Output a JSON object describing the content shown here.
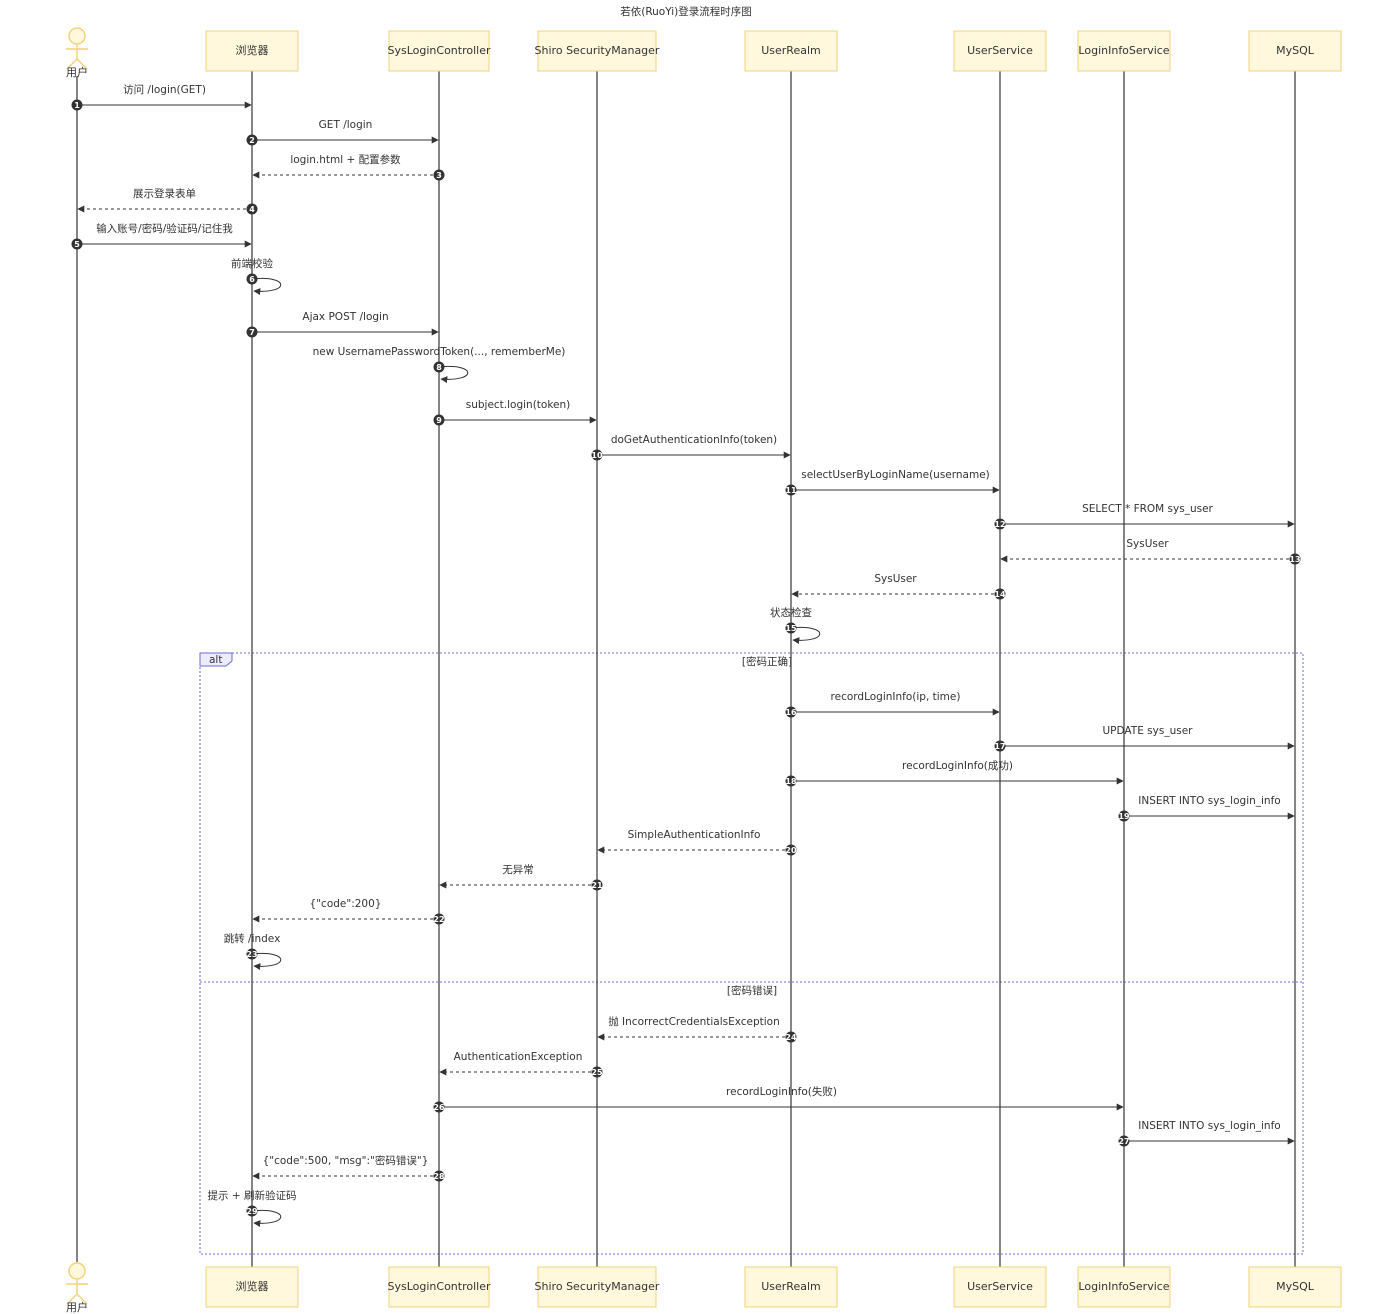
{
  "title": "若依(RuoYi)登录流程时序图",
  "participants": [
    {
      "id": "user",
      "label": "用户",
      "kind": "actor"
    },
    {
      "id": "browser",
      "label": "浏览器",
      "kind": "box"
    },
    {
      "id": "ctrl",
      "label": "SysLoginController",
      "kind": "box"
    },
    {
      "id": "shiro",
      "label": "Shiro SecurityManager",
      "kind": "box"
    },
    {
      "id": "realm",
      "label": "UserRealm",
      "kind": "box"
    },
    {
      "id": "usvc",
      "label": "UserService",
      "kind": "box"
    },
    {
      "id": "lsvc",
      "label": "LoginInfoService",
      "kind": "box"
    },
    {
      "id": "db",
      "label": "MySQL",
      "kind": "box"
    }
  ],
  "messages": [
    {
      "num": "1",
      "from": "user",
      "to": "browser",
      "label": "访问 /login(GET)",
      "reply": false
    },
    {
      "num": "2",
      "from": "browser",
      "to": "ctrl",
      "label": "GET /login",
      "reply": false
    },
    {
      "num": "3",
      "from": "ctrl",
      "to": "browser",
      "label": "login.html + 配置参数",
      "reply": true
    },
    {
      "num": "4",
      "from": "browser",
      "to": "user",
      "label": "展示登录表单",
      "reply": true
    },
    {
      "num": "5",
      "from": "user",
      "to": "browser",
      "label": "输入账号/密码/验证码/记住我",
      "reply": false
    },
    {
      "num": "6",
      "from": "browser",
      "to": "browser",
      "label": "前端校验",
      "reply": false
    },
    {
      "num": "7",
      "from": "browser",
      "to": "ctrl",
      "label": "Ajax POST /login",
      "reply": false
    },
    {
      "num": "8",
      "from": "ctrl",
      "to": "ctrl",
      "label": "new UsernamePasswordToken(..., rememberMe)",
      "reply": false
    },
    {
      "num": "9",
      "from": "ctrl",
      "to": "shiro",
      "label": "subject.login(token)",
      "reply": false
    },
    {
      "num": "10",
      "from": "shiro",
      "to": "realm",
      "label": "doGetAuthenticationInfo(token)",
      "reply": false
    },
    {
      "num": "11",
      "from": "realm",
      "to": "usvc",
      "label": "selectUserByLoginName(username)",
      "reply": false
    },
    {
      "num": "12",
      "from": "usvc",
      "to": "db",
      "label": "SELECT * FROM sys_user",
      "reply": false
    },
    {
      "num": "13",
      "from": "db",
      "to": "usvc",
      "label": "SysUser",
      "reply": true
    },
    {
      "num": "14",
      "from": "usvc",
      "to": "realm",
      "label": "SysUser",
      "reply": true
    },
    {
      "num": "15",
      "from": "realm",
      "to": "realm",
      "label": "状态检查",
      "reply": false
    },
    {
      "num": "16",
      "from": "realm",
      "to": "usvc",
      "label": "recordLoginInfo(ip, time)",
      "reply": false
    },
    {
      "num": "17",
      "from": "usvc",
      "to": "db",
      "label": "UPDATE sys_user",
      "reply": false
    },
    {
      "num": "18",
      "from": "realm",
      "to": "lsvc",
      "label": "recordLoginInfo(成功)",
      "reply": false
    },
    {
      "num": "19",
      "from": "lsvc",
      "to": "db",
      "label": "INSERT INTO sys_login_info",
      "reply": false
    },
    {
      "num": "20",
      "from": "realm",
      "to": "shiro",
      "label": "SimpleAuthenticationInfo",
      "reply": true
    },
    {
      "num": "21",
      "from": "shiro",
      "to": "ctrl",
      "label": "无异常",
      "reply": true
    },
    {
      "num": "22",
      "from": "ctrl",
      "to": "browser",
      "label": "{\"code\":200}",
      "reply": true
    },
    {
      "num": "23",
      "from": "browser",
      "to": "browser",
      "label": "跳转 /index",
      "reply": false
    },
    {
      "num": "24",
      "from": "realm",
      "to": "shiro",
      "label": "抛 IncorrectCredentialsException",
      "reply": true
    },
    {
      "num": "25",
      "from": "shiro",
      "to": "ctrl",
      "label": "AuthenticationException",
      "reply": true
    },
    {
      "num": "26",
      "from": "ctrl",
      "to": "lsvc",
      "label": "recordLoginInfo(失败)",
      "reply": false
    },
    {
      "num": "27",
      "from": "lsvc",
      "to": "db",
      "label": "INSERT INTO sys_login_info",
      "reply": false
    },
    {
      "num": "28",
      "from": "ctrl",
      "to": "browser",
      "label": "{\"code\":500, \"msg\":\"密码错误\"}",
      "reply": true
    },
    {
      "num": "29",
      "from": "browser",
      "to": "browser",
      "label": "提示 + 刷新验证码",
      "reply": false
    }
  ],
  "alt_fragment": {
    "tag": "alt",
    "sections": [
      {
        "guard": "[密码正确]"
      },
      {
        "guard": "[密码错误]"
      }
    ]
  },
  "colors": {
    "participant_fill": "#fff8dc",
    "participant_border": "#f3d27a",
    "line": "#333333",
    "frame": "#6b6bd6"
  }
}
